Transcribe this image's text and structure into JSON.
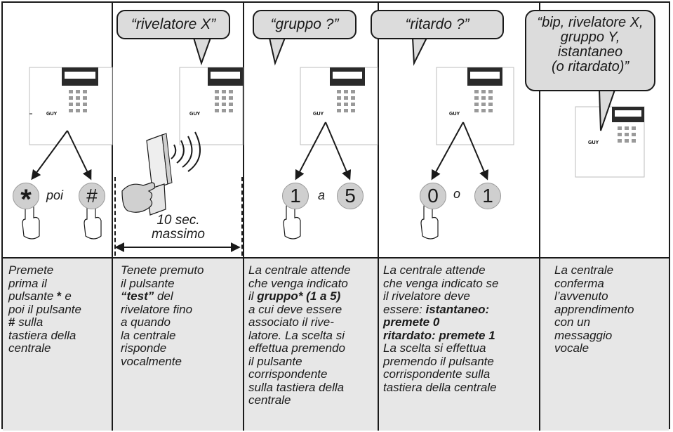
{
  "bubbles": {
    "b2": "“rivelatore X”",
    "b3": "“gruppo ?”",
    "b4": "“ritardo ?”",
    "b5": {
      "l1": "“bip, rivelatore X,",
      "l2": "gruppo Y,",
      "l3": "istantaneo",
      "l4": "(o ritardato)”"
    }
  },
  "keys": {
    "k1a": "*",
    "k1b": "#",
    "k3a": "1",
    "k3b": "5",
    "k4a": "0",
    "k4b": "1"
  },
  "connectors": {
    "c1": "poi",
    "c3": "a",
    "c4": "o"
  },
  "measure": {
    "l1": "10 sec.",
    "l2": "massimo"
  },
  "device_label": "GUY",
  "descriptions": {
    "d1": {
      "l1": "Premete",
      "l2": "prima il",
      "l3a": "pulsante ",
      "l3b": "* ",
      "l3c": "e",
      "l4": "poi il pulsante",
      "l5a": "# ",
      "l5b": "sulla",
      "l6": "tastiera della",
      "l7": "centrale"
    },
    "d2": {
      "l1": "Tenete premuto",
      "l2": "il pulsante",
      "l3a": "“test”",
      "l3b": " del",
      "l4": "rivelatore fino",
      "l5": "a quando",
      "l6": "la centrale",
      "l7": "risponde",
      "l8": "vocalmente"
    },
    "d3": {
      "l1": "La centrale attende",
      "l2": "che venga indicato",
      "l3a": "il ",
      "l3b": "gruppo* (1 a 5)",
      "l4": "a cui deve essere",
      "l5": "associato il rive-",
      "l6": "latore. La scelta si",
      "l7": "effettua premendo",
      "l8": "il pulsante",
      "l9": "corrispondente",
      "l10": "sulla tastiera della",
      "l11": "centrale"
    },
    "d4": {
      "l1": "La centrale attende",
      "l2": "che venga indicato se",
      "l3": "il rivelatore deve",
      "l4a": "essere: ",
      "l4b": "istantaneo:",
      "l5": "premete 0",
      "l6": "ritardato: premete 1",
      "l7": "La scelta si effettua",
      "l8": "premendo il pulsante",
      "l9": "corrispondente sulla",
      "l10": "tastiera della centrale"
    },
    "d5": {
      "l1": "La centrale",
      "l2": "conferma",
      "l3": "l’avvenuto",
      "l4": "apprendimento",
      "l5": "con un",
      "l6": "messaggio",
      "l7": "vocale"
    }
  }
}
